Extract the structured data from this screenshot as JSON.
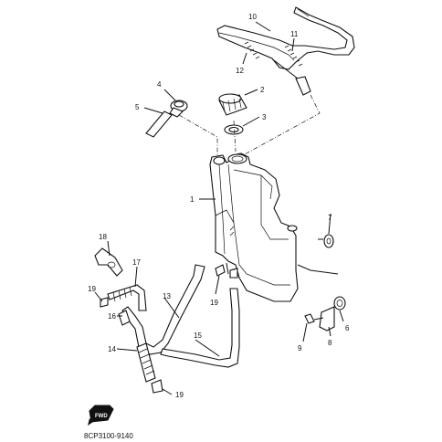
{
  "diagram": {
    "parts": [
      {
        "number": "1"
      },
      {
        "number": "2"
      },
      {
        "number": "3"
      },
      {
        "number": "4"
      },
      {
        "number": "5"
      },
      {
        "number": "6"
      },
      {
        "number": "7"
      },
      {
        "number": "8"
      },
      {
        "number": "9"
      },
      {
        "number": "10"
      },
      {
        "number": "11"
      },
      {
        "number": "12"
      },
      {
        "number": "13"
      },
      {
        "number": "14"
      },
      {
        "number": "15"
      },
      {
        "number": "16"
      },
      {
        "number": "17"
      },
      {
        "number": "18"
      },
      {
        "number": "19"
      },
      {
        "number": "19"
      },
      {
        "number": "19"
      }
    ],
    "code": "8CP3100-9140",
    "front_badge": "FWD"
  }
}
